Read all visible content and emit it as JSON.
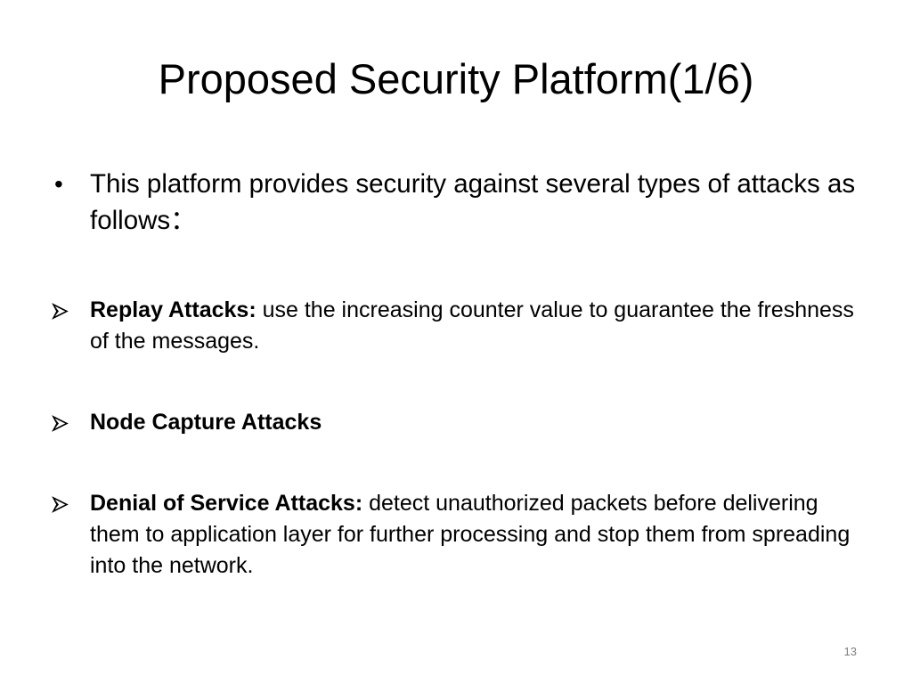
{
  "slide": {
    "title": "Proposed Security Platform(1/6)",
    "intro_bullet": "This platform provides security against several types of attacks as follows：",
    "items": [
      {
        "heading": "Replay Attacks:",
        "description": " use the increasing counter value to guarantee the freshness of the messages."
      },
      {
        "heading": "Node Capture Attacks",
        "description": ""
      },
      {
        "heading": "Denial of Service Attacks:",
        "description": " detect unauthorized packets before delivering them to application layer for further processing and stop them from spreading into the network."
      }
    ],
    "page_number": "13"
  },
  "icons": {
    "intro_bullet": "bullet-dot-icon",
    "item_bullet": "arrow-bullet-icon"
  },
  "colors": {
    "background": "#ffffff",
    "text": "#000000",
    "page_number": "#7f7f7f"
  }
}
